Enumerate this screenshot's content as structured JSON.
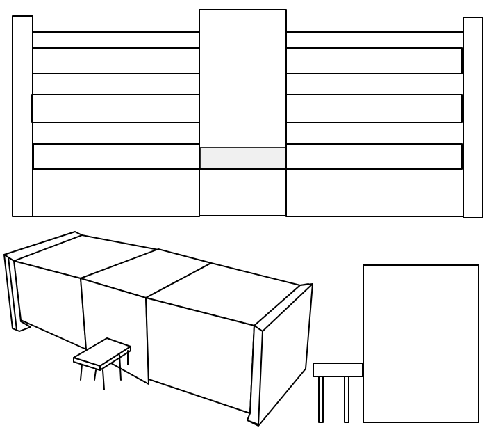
{
  "drawing": {
    "ink_color": "#000000",
    "paper_color": "#ffffff",
    "shaded_panel_color": "#f0f0f0",
    "elevation": {
      "left_rail_count": 6,
      "right_rail_count": 6,
      "center_shaded_panels": 1
    },
    "perspective_view": {
      "module_count": 3,
      "has_end_caps": true,
      "has_small_stool": true
    },
    "side_view": {
      "has_tall_panel": true,
      "has_stool": true
    }
  }
}
